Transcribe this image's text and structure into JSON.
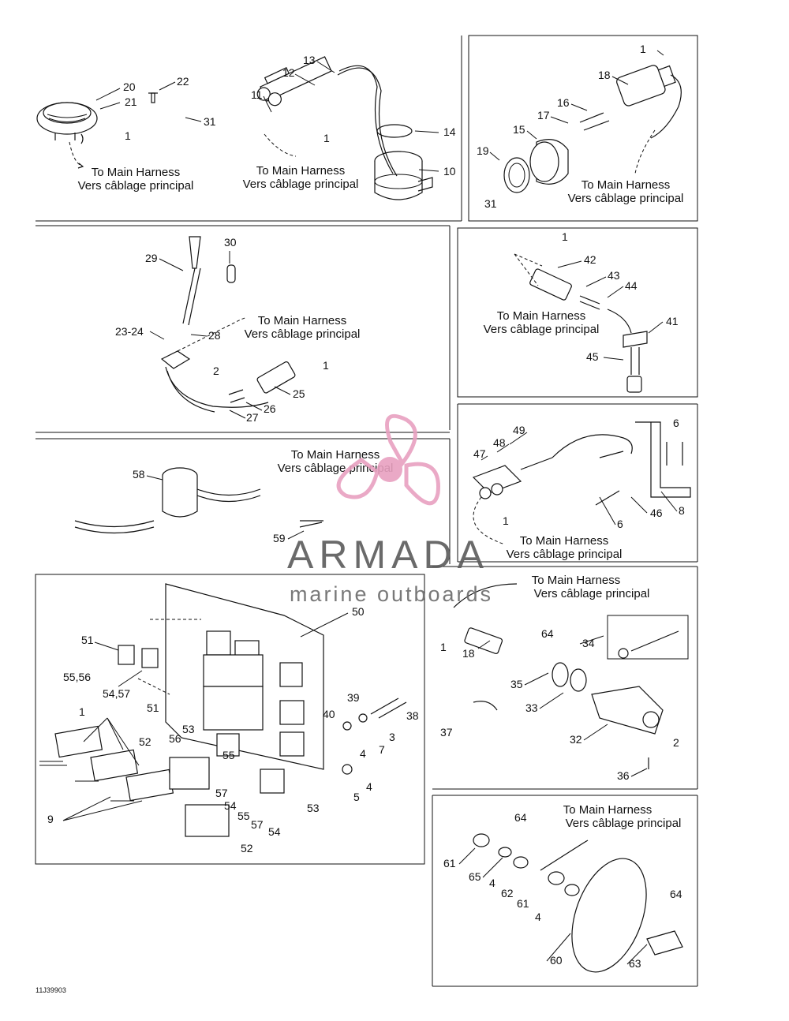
{
  "harness": {
    "en": "To Main Harness",
    "fr": "Vers câblage principal"
  },
  "watermark": {
    "name": "ARMADA",
    "tagline": "marine outboards",
    "accent_color": "#e8a0c0",
    "text_color": "#5a5a5a"
  },
  "figure_code": "11J39903",
  "callouts": {
    "c1a": "1",
    "c1b": "1",
    "c1c": "1",
    "c1d": "1",
    "c1e": "1",
    "c1f": "1",
    "c1g": "1",
    "c1h": "1",
    "c2a": "2",
    "c2b": "2",
    "c3": "3",
    "c4a": "4",
    "c4b": "4",
    "c4c": "4",
    "c4d": "4",
    "c5": "5",
    "c6a": "6",
    "c6b": "6",
    "c7": "7",
    "c8": "8",
    "c9": "9",
    "c10": "10",
    "c11": "11",
    "c12": "12",
    "c13": "13",
    "c14": "14",
    "c15": "15",
    "c16": "16",
    "c17": "17",
    "c18a": "18",
    "c18b": "18",
    "c19": "19",
    "c20": "20",
    "c21": "21",
    "c22": "22",
    "c2324": "23-24",
    "c25": "25",
    "c26": "26",
    "c27": "27",
    "c28": "28",
    "c29": "29",
    "c30": "30",
    "c31a": "31",
    "c31b": "31",
    "c32": "32",
    "c33": "33",
    "c34": "34",
    "c35": "35",
    "c36": "36",
    "c37": "37",
    "c38": "38",
    "c39": "39",
    "c40": "40",
    "c41": "41",
    "c42": "42",
    "c43": "43",
    "c44": "44",
    "c45": "45",
    "c46": "46",
    "c47": "47",
    "c48": "48",
    "c49": "49",
    "c50": "50",
    "c51a": "51",
    "c51b": "51",
    "c52a": "52",
    "c52b": "52",
    "c53a": "53",
    "c53b": "53",
    "c54a": "54",
    "c54b": "54",
    "c5556": "55,56",
    "c55a": "55",
    "c55b": "55",
    "c5457": "54,57",
    "c56": "56",
    "c57a": "57",
    "c57b": "57",
    "c58": "58",
    "c59": "59",
    "c60": "60",
    "c61a": "61",
    "c61b": "61",
    "c62": "62",
    "c63": "63",
    "c64a": "64",
    "c64b": "64",
    "c64c": "64",
    "c65": "65"
  }
}
